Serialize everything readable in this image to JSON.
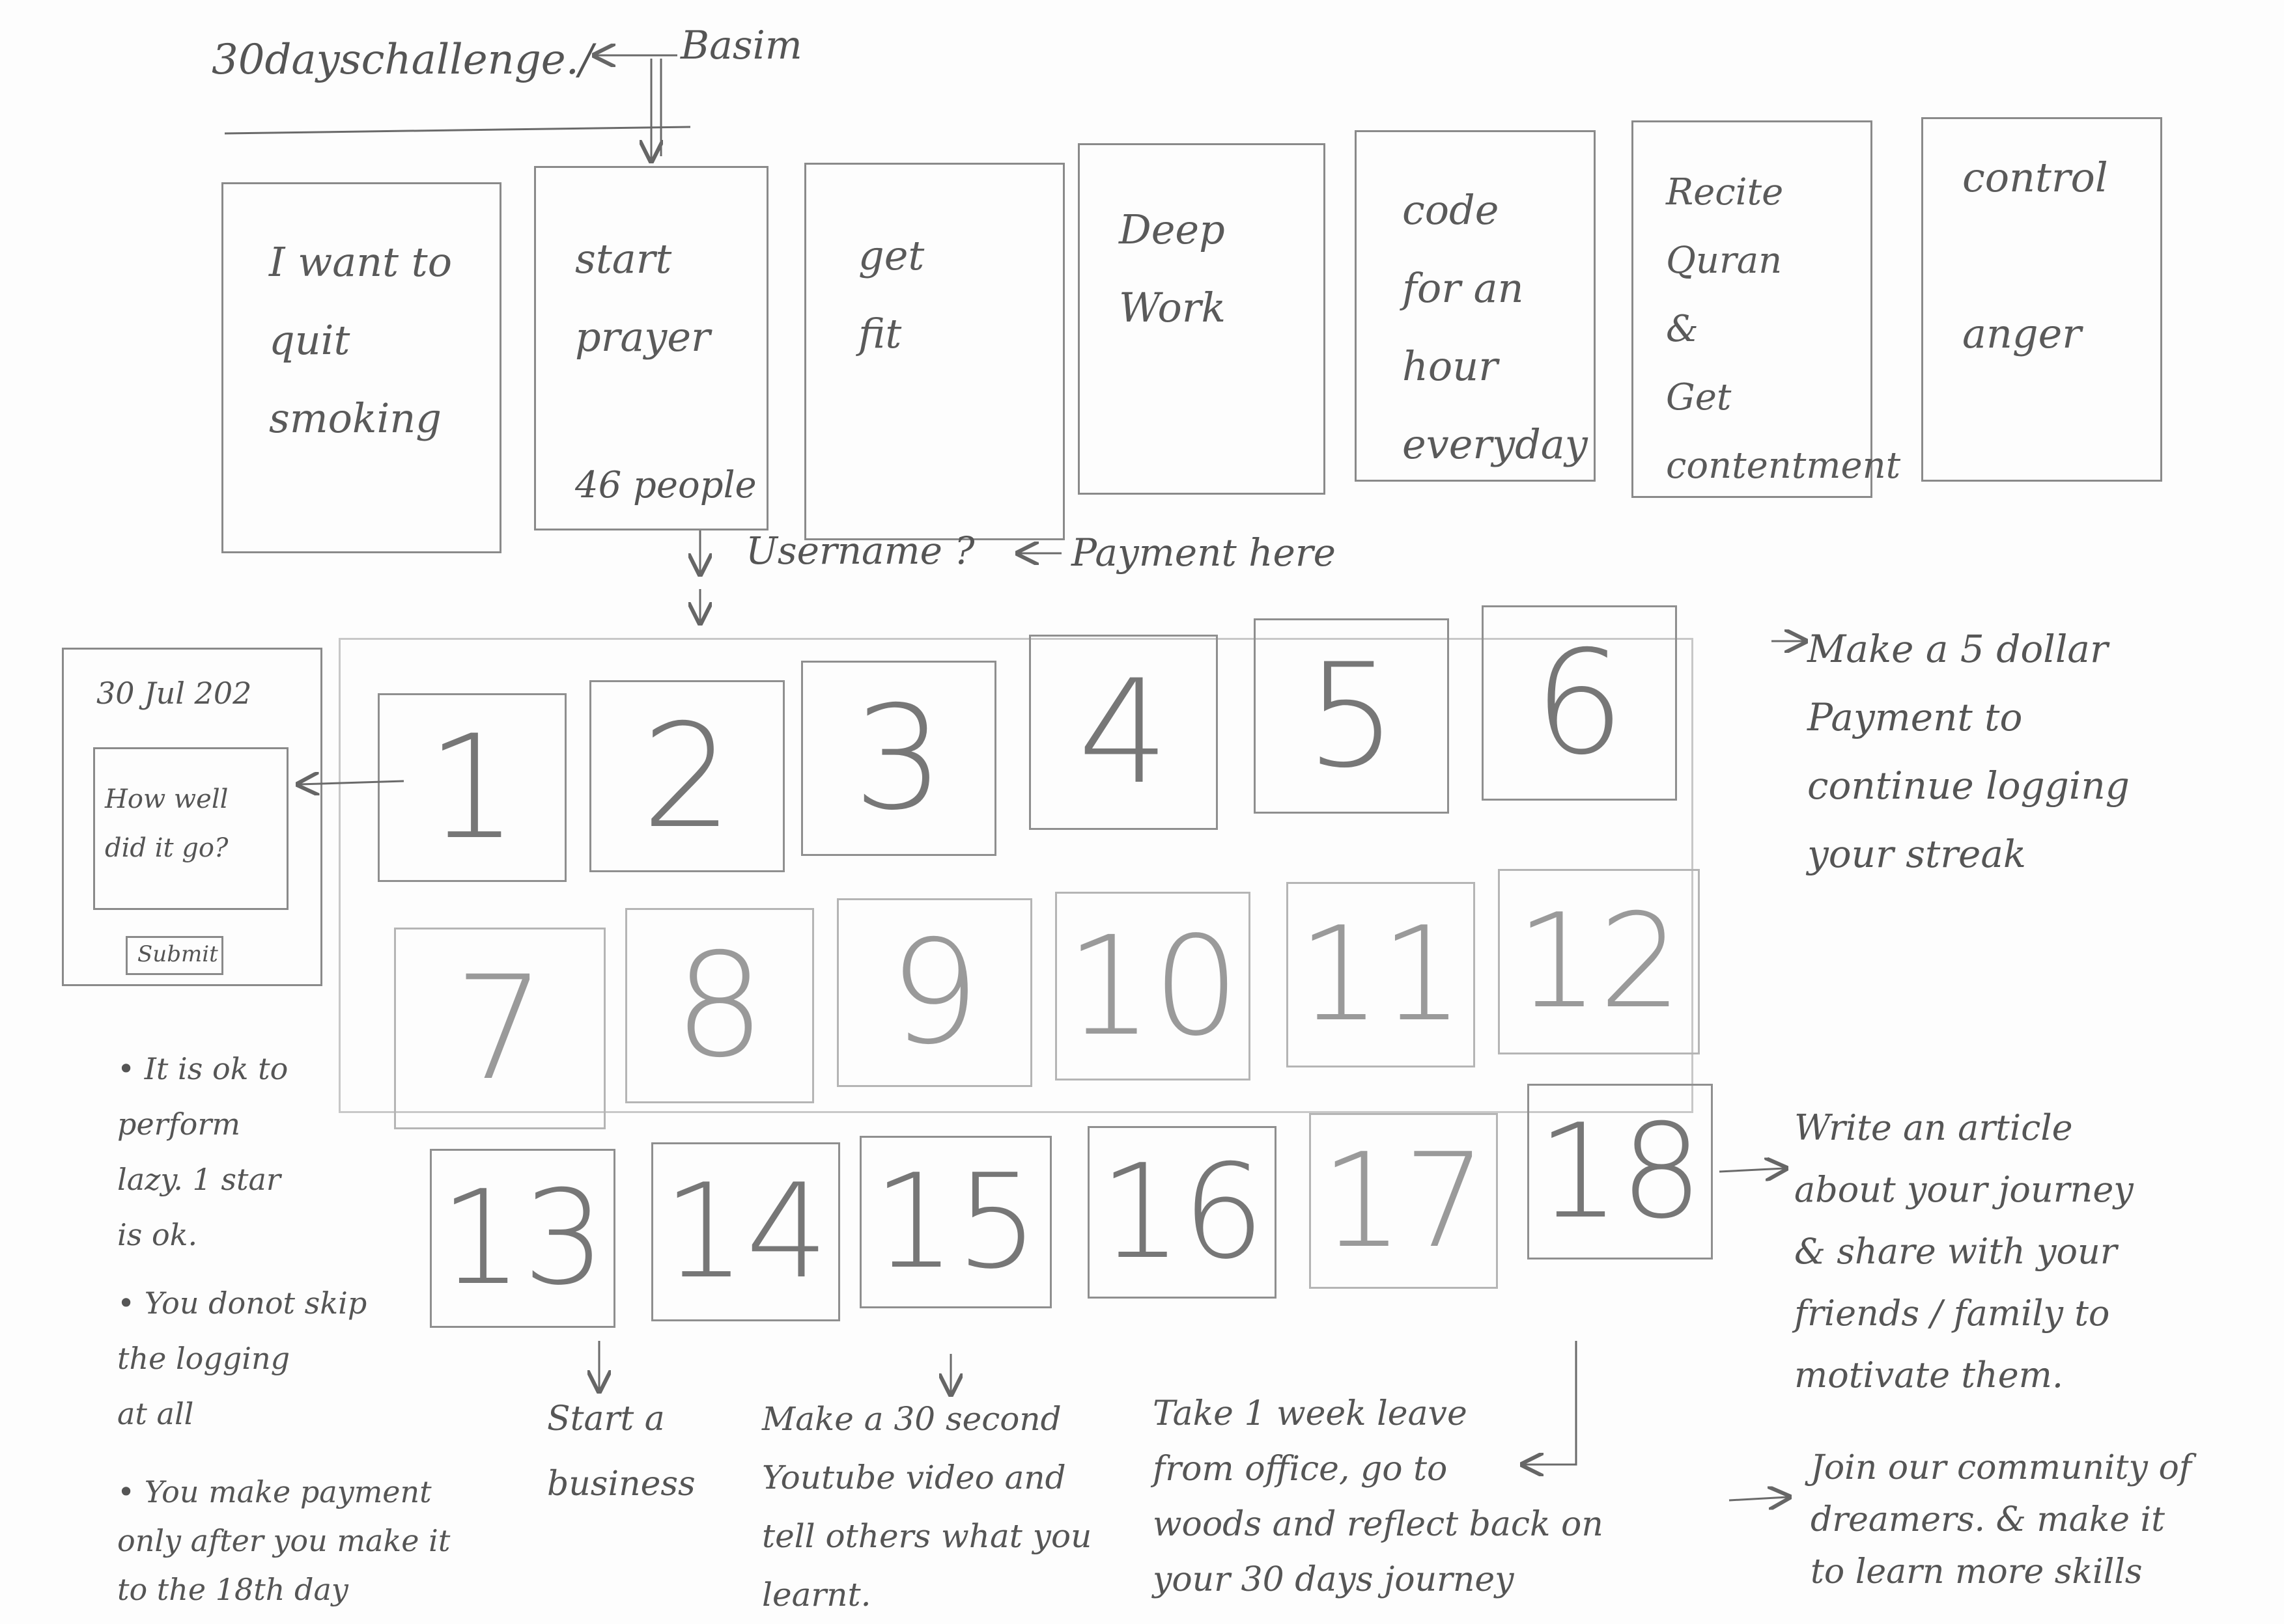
{
  "header": {
    "title": "30dayschallenge./",
    "user": "Basim"
  },
  "challenges": [
    {
      "label": "I want to\nquit\nsmoking"
    },
    {
      "label": "start\nprayer"
    },
    {
      "label": "get\nfit"
    },
    {
      "label": "Deep\nWork"
    },
    {
      "label": "code\nfor an\nhour\neveryday"
    },
    {
      "label": "Recite\nQuran\n&\nGet\ncontentment"
    },
    {
      "label": "control\n\nanger"
    }
  ],
  "people_count": "46 people",
  "username_prompt": "Username ?",
  "payment_note": "Payment here",
  "log_popup": {
    "date": "30 Jul 202",
    "question": "How well\ndid it go?",
    "submit": "Submit"
  },
  "days": [
    "1",
    "2",
    "3",
    "4",
    "5",
    "6",
    "7",
    "8",
    "9",
    "10",
    "11",
    "12",
    "13",
    "14",
    "15",
    "16",
    "17",
    "18"
  ],
  "payment_message": "Make a 5 dollar\nPayment to\ncontinue logging\nyour streak",
  "rules": [
    "• It is ok to\n  perform\n  lazy. 1 star\n  is ok.",
    "• You donot skip\n  the logging\n  at all",
    "• You make payment\n  only after you make it\n  to the 18th day"
  ],
  "rewards": {
    "start_business": "Start a\nbusiness",
    "youtube": "Make a 30 second\nYoutube video and\ntell others what you\nlearnt.",
    "leave": "Take 1 week leave\nfrom office, go to\nwoods and reflect back on\nyour 30 days journey",
    "article": "Write an article\nabout your journey\n& share with your\nfriends / family to\nmotivate them.",
    "community": "Join our community of\ndreamers. & make it\nto learn more skills"
  }
}
